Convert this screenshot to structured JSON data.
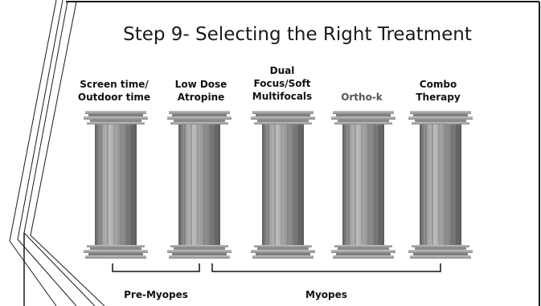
{
  "slide": {
    "title": "Step 9- Selecting the Right Treatment"
  },
  "pillars": [
    {
      "line1": "Screen time/",
      "line2": "Outdoor time",
      "line3": ""
    },
    {
      "line1": "Low Dose",
      "line2": "Atropine",
      "line3": ""
    },
    {
      "line1": "Dual",
      "line2": "Focus/Soft",
      "line3": "Multifocals"
    },
    {
      "line1": "Ortho-k",
      "line2": "",
      "line3": ""
    },
    {
      "line1": "Combo",
      "line2": "Therapy",
      "line3": ""
    }
  ],
  "groups": {
    "pre_myopes": "Pre-Myopes",
    "myopes": "Myopes"
  },
  "colors": {
    "pillar_light": "#a9a9a9",
    "pillar_dark": "#6f6f6f",
    "frame_line": "#1a1a1a"
  }
}
